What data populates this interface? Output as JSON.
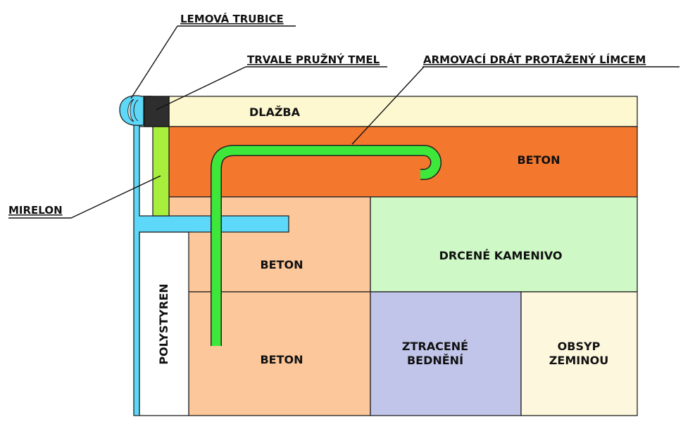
{
  "annotations": {
    "lemova_trubice": "LEMOVÁ TRUBICE",
    "trvale_pruzny_tmel": "TRVALE PRUŽNÝ TMEL",
    "armovaci_drat": "ARMOVACÍ DRÁT PROTAŽENÝ LÍMCEM",
    "mirelon": "MIRELON"
  },
  "regions": {
    "dlazba": "DLAŽBA",
    "beton_top": "BETON",
    "beton_middle": "BETON",
    "beton_bottom": "BETON",
    "drcene_kamenivo": "DRCENÉ KAMENIVO",
    "ztracene_bedneni_line1": "ZTRACENÉ",
    "ztracene_bedneni_line2": "BEDNĚNÍ",
    "obsyp_zeminou_line1": "OBSYP",
    "obsyp_zeminou_line2": "ZEMINOU",
    "polystyren": "POLYSTYREN"
  },
  "colors": {
    "dlazba": "#fdf8d0",
    "beton_top": "#f4772e",
    "beton_lower": "#fcc79a",
    "drcene_kamenivo": "#cef8c6",
    "ztracene_bedneni": "#c2c5ea",
    "obsyp_zeminou": "#fdf8dd",
    "profile": "#5ed8f8",
    "mirelon": "#a8ee3c",
    "tmel": "#2e2e2e",
    "armovaci_drat": "#3ee83a",
    "polystyren": "#ffffff"
  }
}
